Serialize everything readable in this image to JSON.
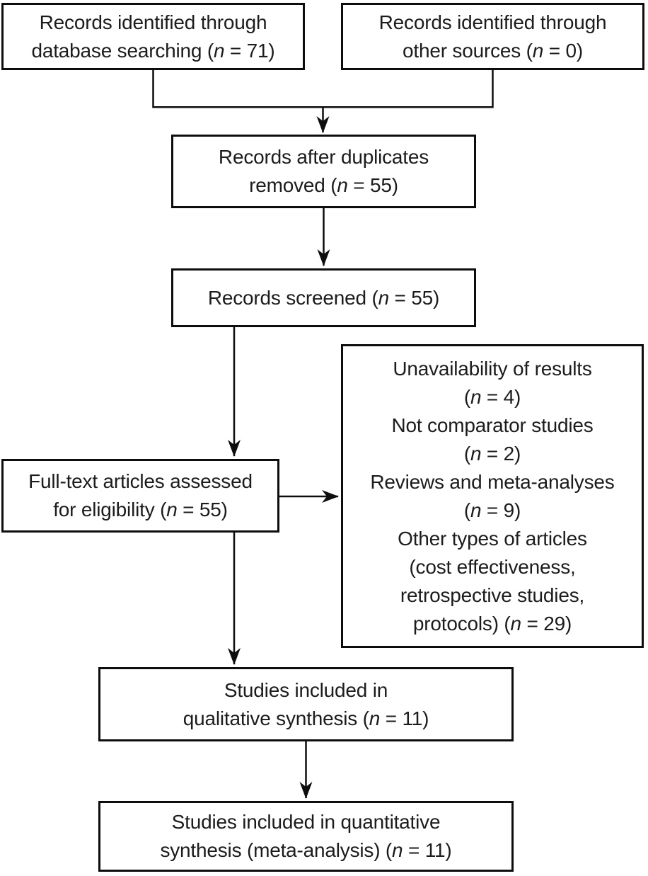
{
  "colors": {
    "background": "#ffffff",
    "border": "#0d0d0d",
    "arrow": "#0d0d0d",
    "text": "#1c1c1c"
  },
  "counts": {
    "identified_database": 71,
    "identified_other_sources": 0,
    "after_duplicates_removed": 55,
    "screened": 55,
    "fulltext_assessed": 55,
    "excluded_unavailability_of_results": 4,
    "excluded_not_comparator_studies": 2,
    "excluded_reviews_and_meta_analyses": 9,
    "excluded_other_types_of_articles": 29,
    "included_qualitative_synthesis": 11,
    "included_quantitative_synthesis": 11
  },
  "boxes": {
    "identified_database": {
      "lines": [
        [
          {
            "t": "Records identified through"
          }
        ],
        [
          {
            "t": "database searching ("
          },
          {
            "t": "n",
            "i": true
          },
          {
            "t": " = 71)"
          }
        ]
      ]
    },
    "identified_other": {
      "lines": [
        [
          {
            "t": "Records identified through"
          }
        ],
        [
          {
            "t": "other sources ("
          },
          {
            "t": "n",
            "i": true
          },
          {
            "t": " = 0)"
          }
        ]
      ]
    },
    "duplicates_removed": {
      "lines": [
        [
          {
            "t": "Records after duplicates"
          }
        ],
        [
          {
            "t": "removed ("
          },
          {
            "t": "n",
            "i": true
          },
          {
            "t": " = 55)"
          }
        ]
      ]
    },
    "records_screened": {
      "lines": [
        [
          {
            "t": "Records screened ("
          },
          {
            "t": "n",
            "i": true
          },
          {
            "t": " = 55)"
          }
        ]
      ]
    },
    "exclusion_reasons": {
      "lines": [
        [
          {
            "t": "Unavailability of results"
          }
        ],
        [
          {
            "t": "("
          },
          {
            "t": "n",
            "i": true
          },
          {
            "t": " = 4)"
          }
        ],
        [
          {
            "t": "Not comparator studies"
          }
        ],
        [
          {
            "t": "("
          },
          {
            "t": "n",
            "i": true
          },
          {
            "t": " = 2)"
          }
        ],
        [
          {
            "t": "Reviews and meta-analyses"
          }
        ],
        [
          {
            "t": "("
          },
          {
            "t": "n",
            "i": true
          },
          {
            "t": " = 9)"
          }
        ],
        [
          {
            "t": "Other types of articles"
          }
        ],
        [
          {
            "t": "(cost effectiveness,"
          }
        ],
        [
          {
            "t": "retrospective studies,"
          }
        ],
        [
          {
            "t": "protocols) ("
          },
          {
            "t": "n",
            "i": true
          },
          {
            "t": " = 29)"
          }
        ]
      ]
    },
    "fulltext_assessed": {
      "lines": [
        [
          {
            "t": "Full-text articles assessed"
          }
        ],
        [
          {
            "t": "for eligibility ("
          },
          {
            "t": "n",
            "i": true
          },
          {
            "t": " = 55)"
          }
        ]
      ]
    },
    "qualitative_included": {
      "lines": [
        [
          {
            "t": "Studies included in"
          }
        ],
        [
          {
            "t": "qualitative synthesis ("
          },
          {
            "t": "n",
            "i": true
          },
          {
            "t": " = 11)"
          }
        ]
      ]
    },
    "quantitative_included": {
      "lines": [
        [
          {
            "t": "Studies included in quantitative"
          }
        ],
        [
          {
            "t": "synthesis (meta-analysis) ("
          },
          {
            "t": "n",
            "i": true
          },
          {
            "t": " = 11)"
          }
        ]
      ]
    }
  }
}
